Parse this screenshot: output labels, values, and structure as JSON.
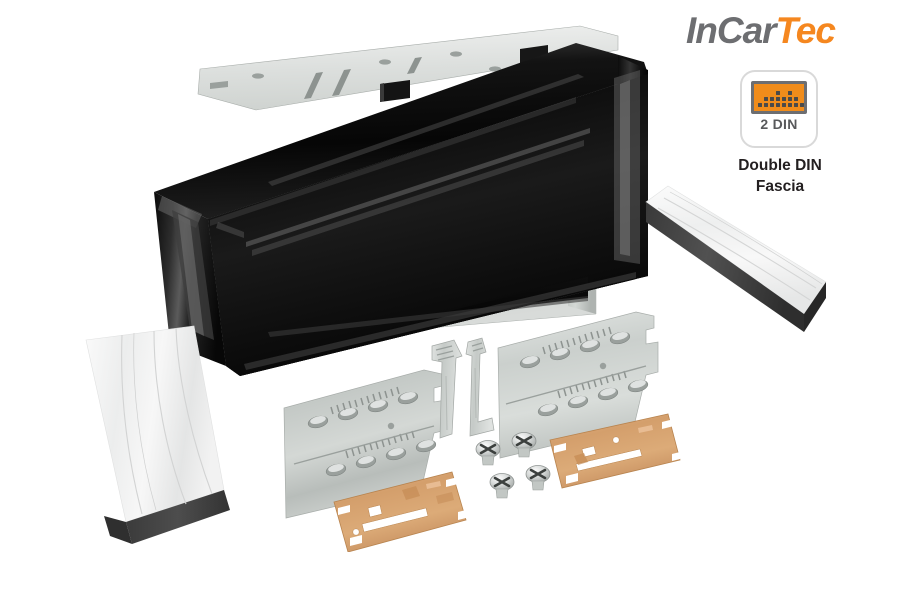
{
  "background": {
    "color": "#ffffff"
  },
  "brand": {
    "part1": "InCar",
    "part2": "Tec",
    "color_primary": "#6d6e71",
    "color_accent": "#f5871f"
  },
  "badge": {
    "icon_name": "2-din-display-icon",
    "label": "2 DIN",
    "screen_color": "#f08c1b",
    "frame_color": "#6d6e71"
  },
  "caption": {
    "line1": "Double DIN",
    "line2": "Fascia",
    "color": "#231f20"
  },
  "product": {
    "name": "Double DIN Fascia Adapter Kit",
    "main_item": {
      "name": "double-din-fascia-frame",
      "finish": "gloss black",
      "color": "#0d0d0d",
      "contains": "metal mounting cage",
      "cage_color": "#c8ccc9"
    },
    "accessories": [
      {
        "name": "side-mounting-bracket-left",
        "material": "zinc plated steel",
        "color": "#c0c4c1",
        "count": 1
      },
      {
        "name": "side-mounting-bracket-right",
        "material": "zinc plated steel",
        "color": "#c0c4c1",
        "count": 1
      },
      {
        "name": "removal-key",
        "material": "steel",
        "color": "#c9cdca",
        "count": 2
      },
      {
        "name": "copper-trim-plate",
        "material": "copper finish steel",
        "color": "#d9a06a",
        "count": 2
      },
      {
        "name": "phillips-screw",
        "material": "chrome",
        "color": "#d5d7d6",
        "count": 4
      },
      {
        "name": "foam-seal-strip",
        "material": "foam with white backing",
        "color": "#f2f2f2",
        "count": 2
      }
    ]
  }
}
